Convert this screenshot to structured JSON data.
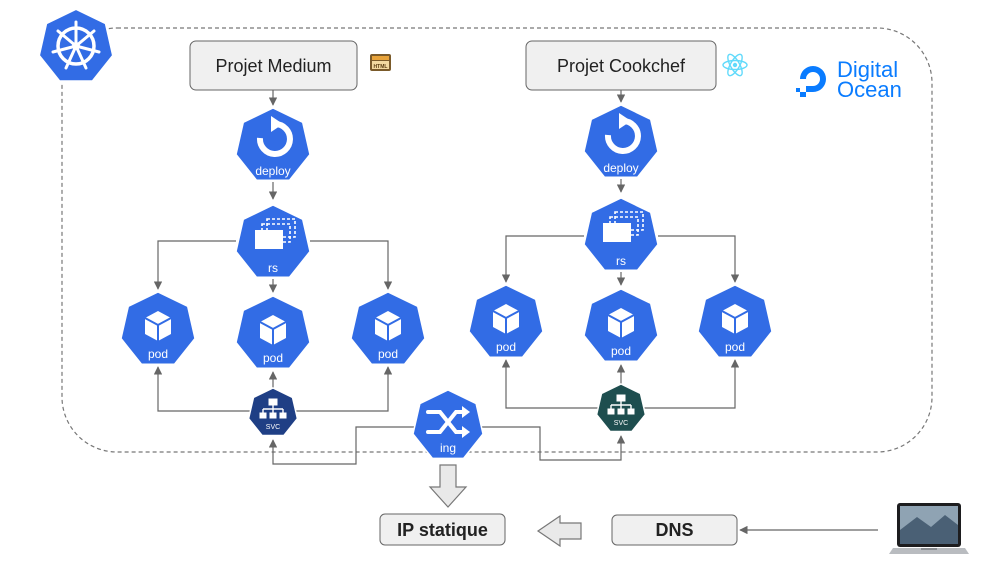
{
  "projects": {
    "medium": {
      "title": "Projet Medium",
      "badge": "HTML"
    },
    "cookchef": {
      "title": "Projet Cookchef"
    }
  },
  "provider": {
    "line1": "Digital",
    "line2": "Ocean"
  },
  "k8s": {
    "deploy": "deploy",
    "rs": "rs",
    "pod": "pod",
    "svc": "SVC",
    "ing": "ing"
  },
  "network": {
    "ip": "IP statique",
    "dns": "DNS"
  },
  "icons": {
    "k8s_logo": "kubernetes-helm-icon",
    "html_badge": "html-file-icon",
    "react": "react-atom-icon",
    "laptop": "laptop-icon"
  },
  "colors": {
    "k8s_blue": "#326ce5",
    "svc_medium": "#1f3f85",
    "svc_cookchef": "#1e4e4f",
    "arrow": "#666666",
    "box_fill": "#f0f0f0",
    "do_blue": "#0a7cff"
  }
}
